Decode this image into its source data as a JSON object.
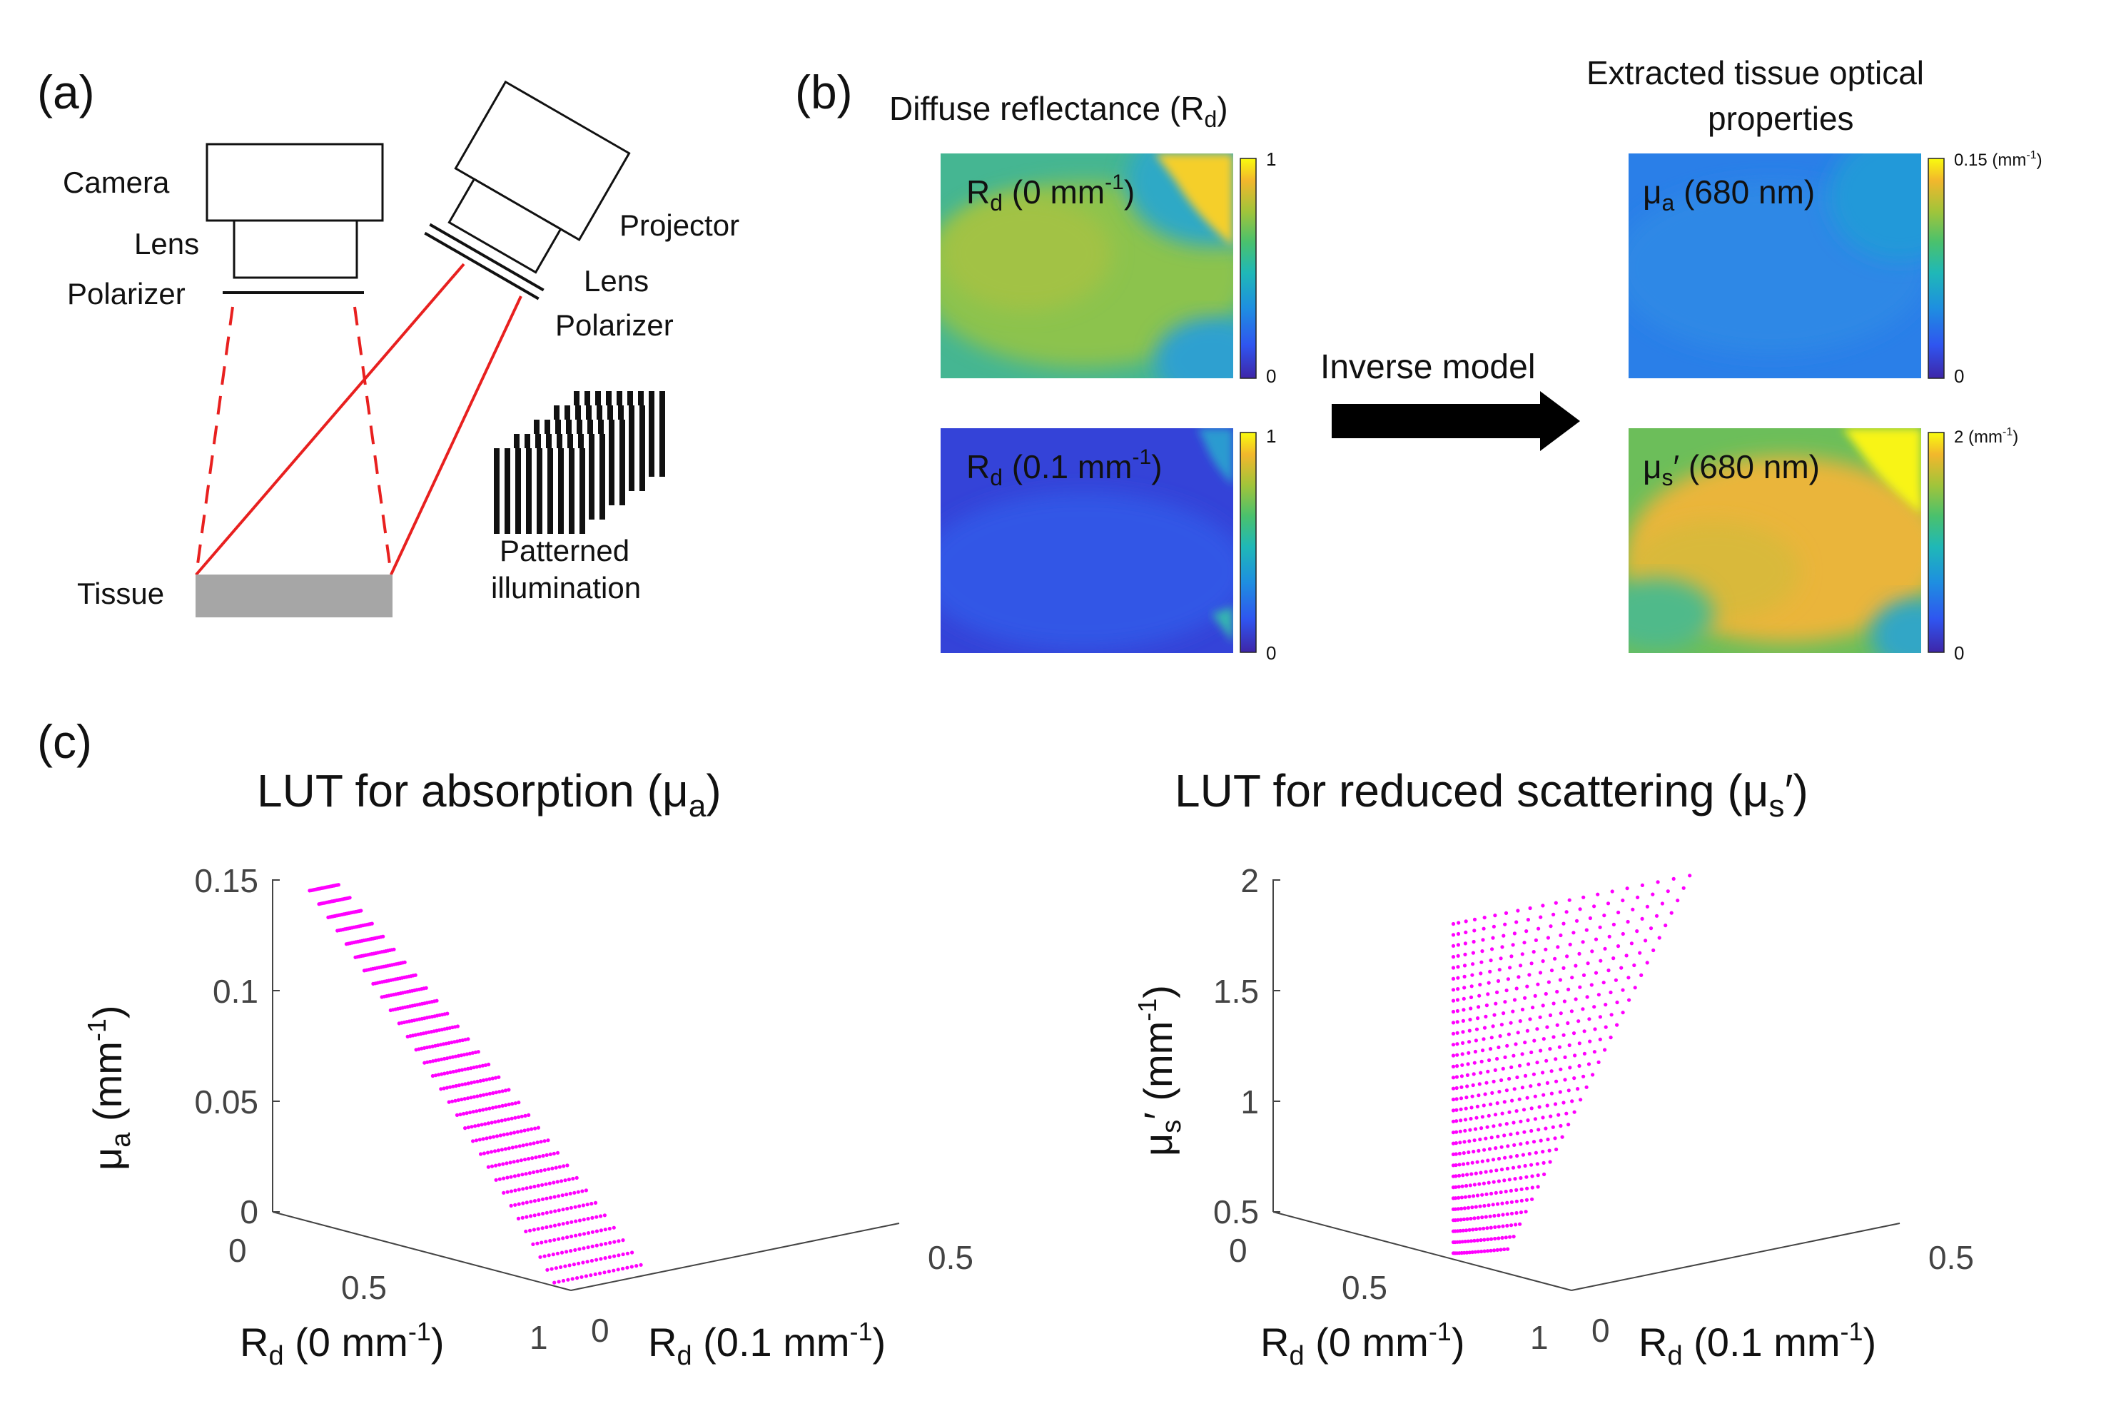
{
  "panels": {
    "a": {
      "label": "(a)",
      "camera": "Camera",
      "lens_left": "Lens",
      "polarizer_left": "Polarizer",
      "projector": "Projector",
      "lens_right": "Lens",
      "polarizer_right": "Polarizer",
      "tissue": "Tissue",
      "pattern_line1": "Patterned",
      "pattern_line2": "illumination",
      "colors": {
        "beam": "#e8201f",
        "tissue": "#a6a6a6",
        "pattern": "#111111"
      }
    },
    "b": {
      "label": "(b)",
      "left_title": "Diffuse reflectance (R",
      "left_title_sub": "d",
      "left_title_end": ")",
      "right_title_line1": "Extracted tissue optical",
      "right_title_line2": "properties",
      "arrow_label": "Inverse model",
      "maps": [
        {
          "label": "R",
          "label_sub": "d",
          "label_rest": " (0 mm",
          "label_sup": "-1",
          "label_end": ")",
          "cb_max": "1",
          "cb_min": "0",
          "cb_unit": ""
        },
        {
          "label": "R",
          "label_sub": "d",
          "label_rest": " (0.1 mm",
          "label_sup": "-1",
          "label_end": ")",
          "cb_max": "1",
          "cb_min": "0",
          "cb_unit": ""
        },
        {
          "label": "μ",
          "label_sub": "a",
          "label_rest": " (680 nm)",
          "label_sup": "",
          "label_end": "",
          "cb_max": "0.15 (mm",
          "cb_max_sup": "-1",
          "cb_max_end": ")",
          "cb_min": "0"
        },
        {
          "label": "μ",
          "label_sub": "s",
          "label_rest": "′ (680 nm)",
          "label_sup": "",
          "label_end": "",
          "cb_max": "2 (mm",
          "cb_max_sup": "-1",
          "cb_max_end": ")",
          "cb_min": "0"
        }
      ],
      "colormap": [
        "#3e26a8",
        "#2f55f0",
        "#1e8fe0",
        "#1fb8b7",
        "#4ac16d",
        "#a1c43a",
        "#f2b72c",
        "#f9fb0e"
      ]
    },
    "c": {
      "label": "(c)",
      "marker_color": "#ff00ff"
    }
  },
  "chart_data": [
    {
      "type": "scatter",
      "title": "LUT for absorption (μ",
      "title_sub": "a",
      "title_end": ")",
      "zlabel": "μ",
      "zlabel_sub": "a",
      "zlabel_rest": " (mm",
      "zlabel_sup": "-1",
      "zlabel_end": ")",
      "xlabel": "R",
      "xlabel_sub": "d",
      "xlabel_rest": " (0 mm",
      "xlabel_sup": "-1",
      "xlabel_end": ")",
      "ylabel": "R",
      "ylabel_sub": "d",
      "ylabel_rest": " (0.1 mm",
      "ylabel_sup": "-1",
      "ylabel_end": ")",
      "zticks": [
        "0.15",
        "0.1",
        "0.05",
        "0"
      ],
      "xticks": [
        "0",
        "0.5",
        "1"
      ],
      "yticks": [
        "0",
        "0.5"
      ],
      "zlim": [
        0,
        0.15
      ],
      "xlim": [
        0,
        1
      ],
      "ylim": [
        0,
        0.5
      ],
      "grid": {
        "rows": 31,
        "cols": 20
      },
      "description_of_surface": "mu_a from 0 to 0.15 over the LUT grid"
    },
    {
      "type": "scatter",
      "title": "LUT for reduced scattering (μ",
      "title_sub": "s",
      "title_end": "′)",
      "zlabel": "μ",
      "zlabel_sub": "s",
      "zlabel_rest": "′ (mm",
      "zlabel_sup": "-1",
      "zlabel_end": ")",
      "xlabel": "R",
      "xlabel_sub": "d",
      "xlabel_rest": " (0 mm",
      "xlabel_sup": "-1",
      "xlabel_end": ")",
      "ylabel": "R",
      "ylabel_sub": "d",
      "ylabel_rest": " (0.1 mm",
      "ylabel_sup": "-1",
      "ylabel_end": ")",
      "zticks": [
        "2",
        "1.5",
        "1",
        "0.5"
      ],
      "xticks": [
        "0",
        "0.5",
        "1"
      ],
      "yticks": [
        "0",
        "0.5"
      ],
      "zlim": [
        0.5,
        2
      ],
      "xlim": [
        0,
        1
      ],
      "ylim": [
        0,
        0.5
      ],
      "grid": {
        "rows": 31,
        "cols": 20
      }
    }
  ]
}
